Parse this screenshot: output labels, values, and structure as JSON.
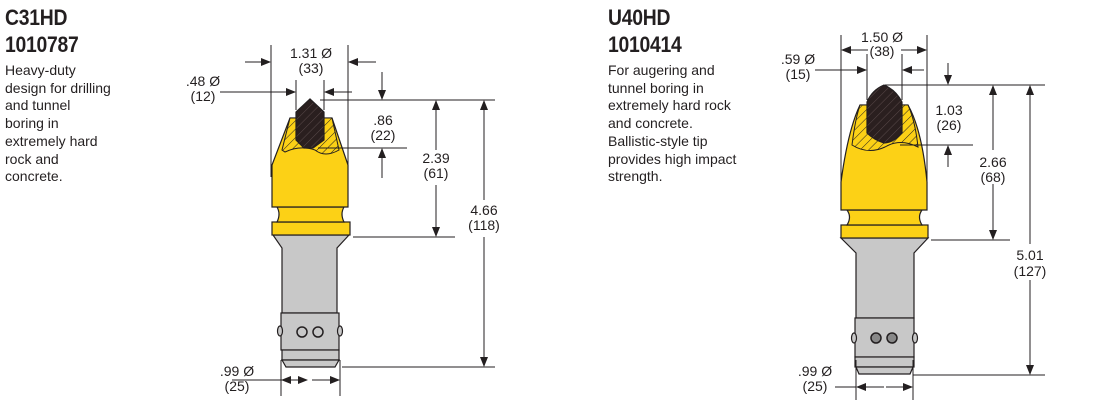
{
  "products": [
    {
      "model": "C31HD",
      "part_number": "1010787",
      "description_lines": [
        "Heavy-duty",
        "design for drilling",
        "and tunnel",
        "boring in",
        "extremely hard",
        "rock and",
        "concrete."
      ],
      "dimensions": {
        "body_diameter": {
          "in": "1.31 Ø",
          "mm": "(33)"
        },
        "tip_diameter": {
          "in": ".48 Ø",
          "mm": "(12)"
        },
        "tip_height": {
          "in": ".86",
          "mm": "(22)"
        },
        "head_length": {
          "in": "2.39",
          "mm": "(61)"
        },
        "overall_length": {
          "in": "4.66",
          "mm": "(118)"
        },
        "shank_diameter": {
          "in": ".99 Ø",
          "mm": "(25)"
        }
      }
    },
    {
      "model": "U40HD",
      "part_number": "1010414",
      "description_lines": [
        "For augering and",
        "tunnel boring in",
        "extremely hard rock",
        "and concrete.",
        "Ballistic-style tip",
        "provides high impact",
        "strength."
      ],
      "dimensions": {
        "body_diameter": {
          "in": "1.50 Ø",
          "mm": "(38)"
        },
        "tip_diameter": {
          "in": ".59 Ø",
          "mm": "(15)"
        },
        "tip_height": {
          "in": "1.03",
          "mm": "(26)"
        },
        "head_length": {
          "in": "2.66",
          "mm": "(68)"
        },
        "overall_length": {
          "in": "5.01",
          "mm": "(127)"
        },
        "shank_diameter": {
          "in": ".99 Ø",
          "mm": "(25)"
        }
      }
    }
  ],
  "colors": {
    "body": "#fcd116",
    "shank": "#c8c8c8",
    "carbide": "#2a1f1f",
    "line": "#231f20"
  }
}
